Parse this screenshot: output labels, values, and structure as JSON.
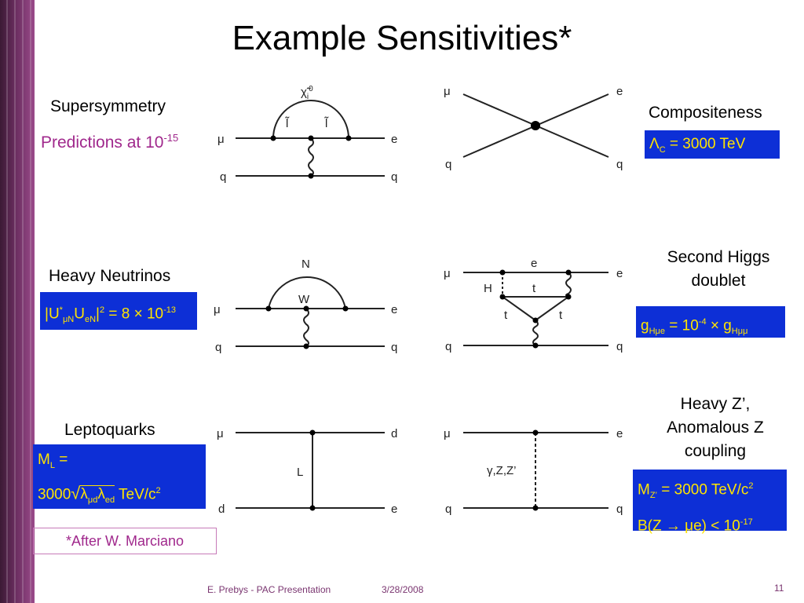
{
  "title": "Example Sensitivities*",
  "supersymmetry": {
    "label": "Supersymmetry",
    "prediction": "Predictions at 10",
    "prediction_exp": "-15",
    "diagram": {
      "chi": "χ̃",
      "chi_sub": "i",
      "chi_sup": "0",
      "slepton_i": "l̃",
      "slepton_j": "l̃",
      "mu": "μ",
      "e": "e",
      "q": "q"
    }
  },
  "compositeness": {
    "label": "Compositeness",
    "formula": "Λ",
    "formula_sub": "C",
    "formula_rest": " = 3000  TeV",
    "diagram": {
      "mu": "μ",
      "e": "e",
      "q": "q"
    }
  },
  "heavy_neutrinos": {
    "label": "Heavy Neutrinos",
    "f1": "U",
    "f1_sup": "*",
    "f1_sub": "μN",
    "f2": "U",
    "f2_sub": "eN",
    "exp": "2",
    "rest": " = 8 × 10",
    "rest_exp": "-13",
    "diagram": {
      "N": "N",
      "W": "W",
      "mu": "μ",
      "e": "e",
      "q": "q"
    }
  },
  "second_higgs": {
    "label_1": "Second Higgs",
    "label_2": "doublet",
    "g1": "g",
    "g1_sub": "Hμe",
    "mid": " = 10",
    "mid_exp": "-4",
    "times": " × g",
    "g2_sub": "Hμμ",
    "diagram": {
      "H": "H",
      "t": "t",
      "mu": "μ",
      "e": "e",
      "q": "q"
    }
  },
  "leptoquarks": {
    "label": "Leptoquarks",
    "line1": "M",
    "line1_sub": "L",
    "line1_rest": " =",
    "line2_a": "3000",
    "lam1": "λ",
    "lam1_sub": "μd",
    "lam2": "λ",
    "lam2_sub": "ed",
    "line2_b": " TeV/c",
    "line2_exp": "2",
    "diagram": {
      "L": "L",
      "mu": "μ",
      "d": "d",
      "e": "e"
    }
  },
  "heavy_z": {
    "label_1": "Heavy Z’,",
    "label_2": "Anomalous Z",
    "label_3": "coupling",
    "l1": "M",
    "l1_sub": "Z’",
    "l1_rest": " = 3000 TeV/c",
    "l1_exp": "2",
    "l2": "B(Z → μe) < 10",
    "l2_exp": "-17",
    "diagram": {
      "boson": "γ,Z,Z’",
      "mu": "μ",
      "e": "e",
      "q": "q"
    }
  },
  "note": "*After W. Marciano",
  "footer": {
    "author": "E. Prebys - PAC Presentation",
    "date": "3/28/2008",
    "page": "11"
  }
}
